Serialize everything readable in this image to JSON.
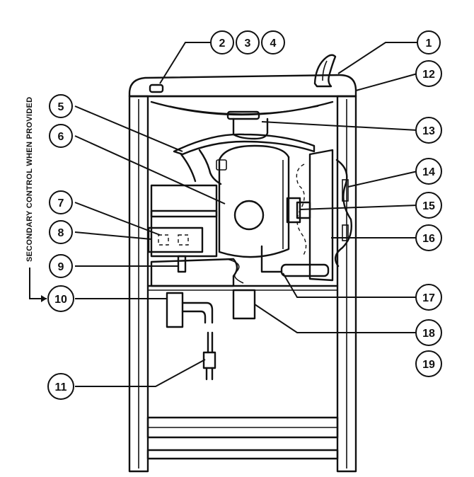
{
  "side_annotation": "SECONDARY CONTROL WHEN PROVIDED",
  "callouts": [
    "1",
    "2",
    "3",
    "4",
    "5",
    "6",
    "7",
    "8",
    "9",
    "10",
    "11",
    "12",
    "13",
    "14",
    "15",
    "16",
    "17",
    "18",
    "19"
  ],
  "colors": {
    "ink": "#111111",
    "paper": "#ffffff"
  }
}
